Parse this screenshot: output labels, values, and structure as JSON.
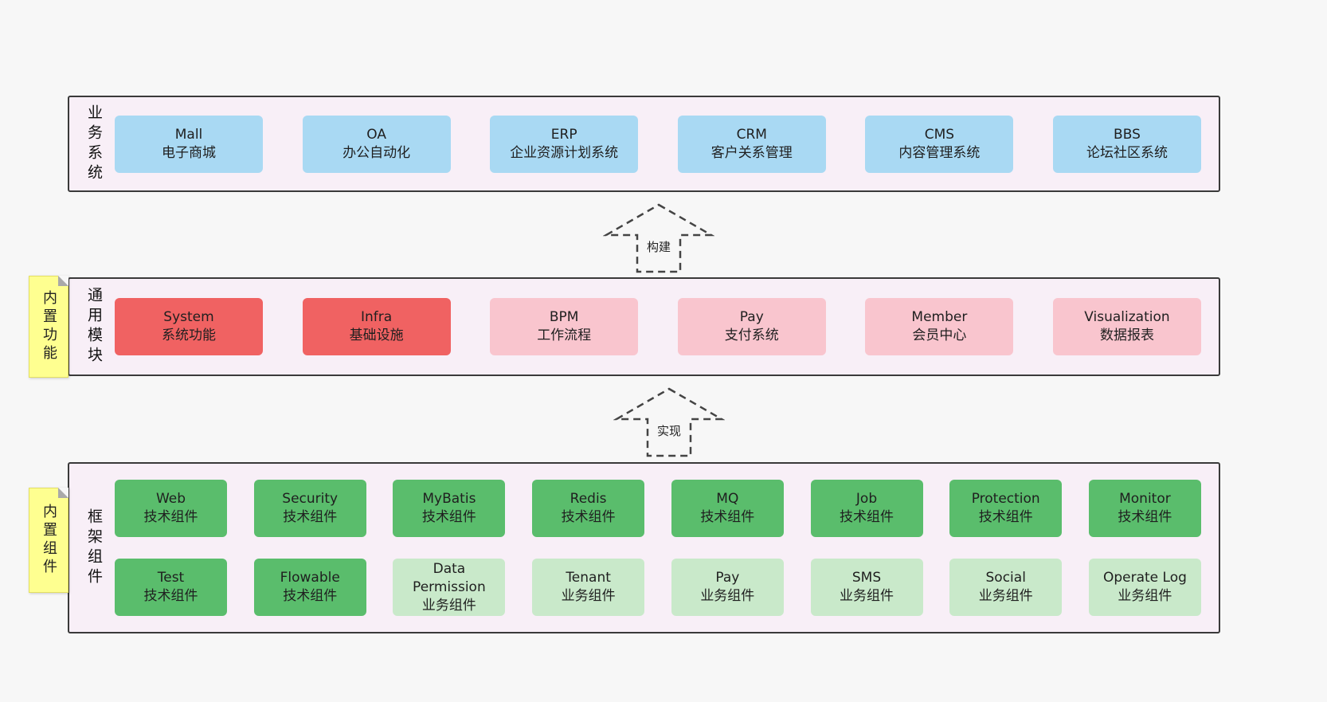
{
  "layers": {
    "business": {
      "label": "业务系统",
      "boxes": [
        {
          "title": "Mall",
          "subtitle": "电子商城"
        },
        {
          "title": "OA",
          "subtitle": "办公自动化"
        },
        {
          "title": "ERP",
          "subtitle": "企业资源计划系统"
        },
        {
          "title": "CRM",
          "subtitle": "客户关系管理"
        },
        {
          "title": "CMS",
          "subtitle": "内容管理系统"
        },
        {
          "title": "BBS",
          "subtitle": "论坛社区系统"
        }
      ]
    },
    "modules": {
      "label": "通用模块",
      "sticky": "内置功能",
      "boxes": [
        {
          "title": "System",
          "subtitle": "系统功能",
          "variant": "red"
        },
        {
          "title": "Infra",
          "subtitle": "基础设施",
          "variant": "red"
        },
        {
          "title": "BPM",
          "subtitle": "工作流程",
          "variant": "pink"
        },
        {
          "title": "Pay",
          "subtitle": "支付系统",
          "variant": "pink"
        },
        {
          "title": "Member",
          "subtitle": "会员中心",
          "variant": "pink"
        },
        {
          "title": "Visualization",
          "subtitle": "数据报表",
          "variant": "pink"
        }
      ]
    },
    "framework": {
      "label": "框架组件",
      "sticky": "内置组件",
      "rows": [
        [
          {
            "title": "Web",
            "subtitle": "技术组件",
            "variant": "green"
          },
          {
            "title": "Security",
            "subtitle": "技术组件",
            "variant": "green"
          },
          {
            "title": "MyBatis",
            "subtitle": "技术组件",
            "variant": "green"
          },
          {
            "title": "Redis",
            "subtitle": "技术组件",
            "variant": "green"
          },
          {
            "title": "MQ",
            "subtitle": "技术组件",
            "variant": "green"
          },
          {
            "title": "Job",
            "subtitle": "技术组件",
            "variant": "green"
          },
          {
            "title": "Protection",
            "subtitle": "技术组件",
            "variant": "green"
          },
          {
            "title": "Monitor",
            "subtitle": "技术组件",
            "variant": "green"
          }
        ],
        [
          {
            "title": "Test",
            "subtitle": "技术组件",
            "variant": "green"
          },
          {
            "title": "Flowable",
            "subtitle": "技术组件",
            "variant": "green"
          },
          {
            "title": "Data Permission",
            "subtitle": "业务组件",
            "variant": "lightgreen"
          },
          {
            "title": "Tenant",
            "subtitle": "业务组件",
            "variant": "lightgreen"
          },
          {
            "title": "Pay",
            "subtitle": "业务组件",
            "variant": "lightgreen"
          },
          {
            "title": "SMS",
            "subtitle": "业务组件",
            "variant": "lightgreen"
          },
          {
            "title": "Social",
            "subtitle": "业务组件",
            "variant": "lightgreen"
          },
          {
            "title": "Operate Log",
            "subtitle": "业务组件",
            "variant": "lightgreen"
          }
        ]
      ]
    }
  },
  "arrows": {
    "build": "构建",
    "implement": "实现"
  },
  "colors": {
    "page_bg": "#f7f7f7",
    "layer_bg": "#f8eff7",
    "layer_border": "#3a3a3a",
    "blue": "#a9d9f3",
    "red": "#f06262",
    "pink": "#f9c5ce",
    "green": "#5abd6c",
    "light_green": "#c9e9ca",
    "sticky_yellow": "#feff90"
  }
}
